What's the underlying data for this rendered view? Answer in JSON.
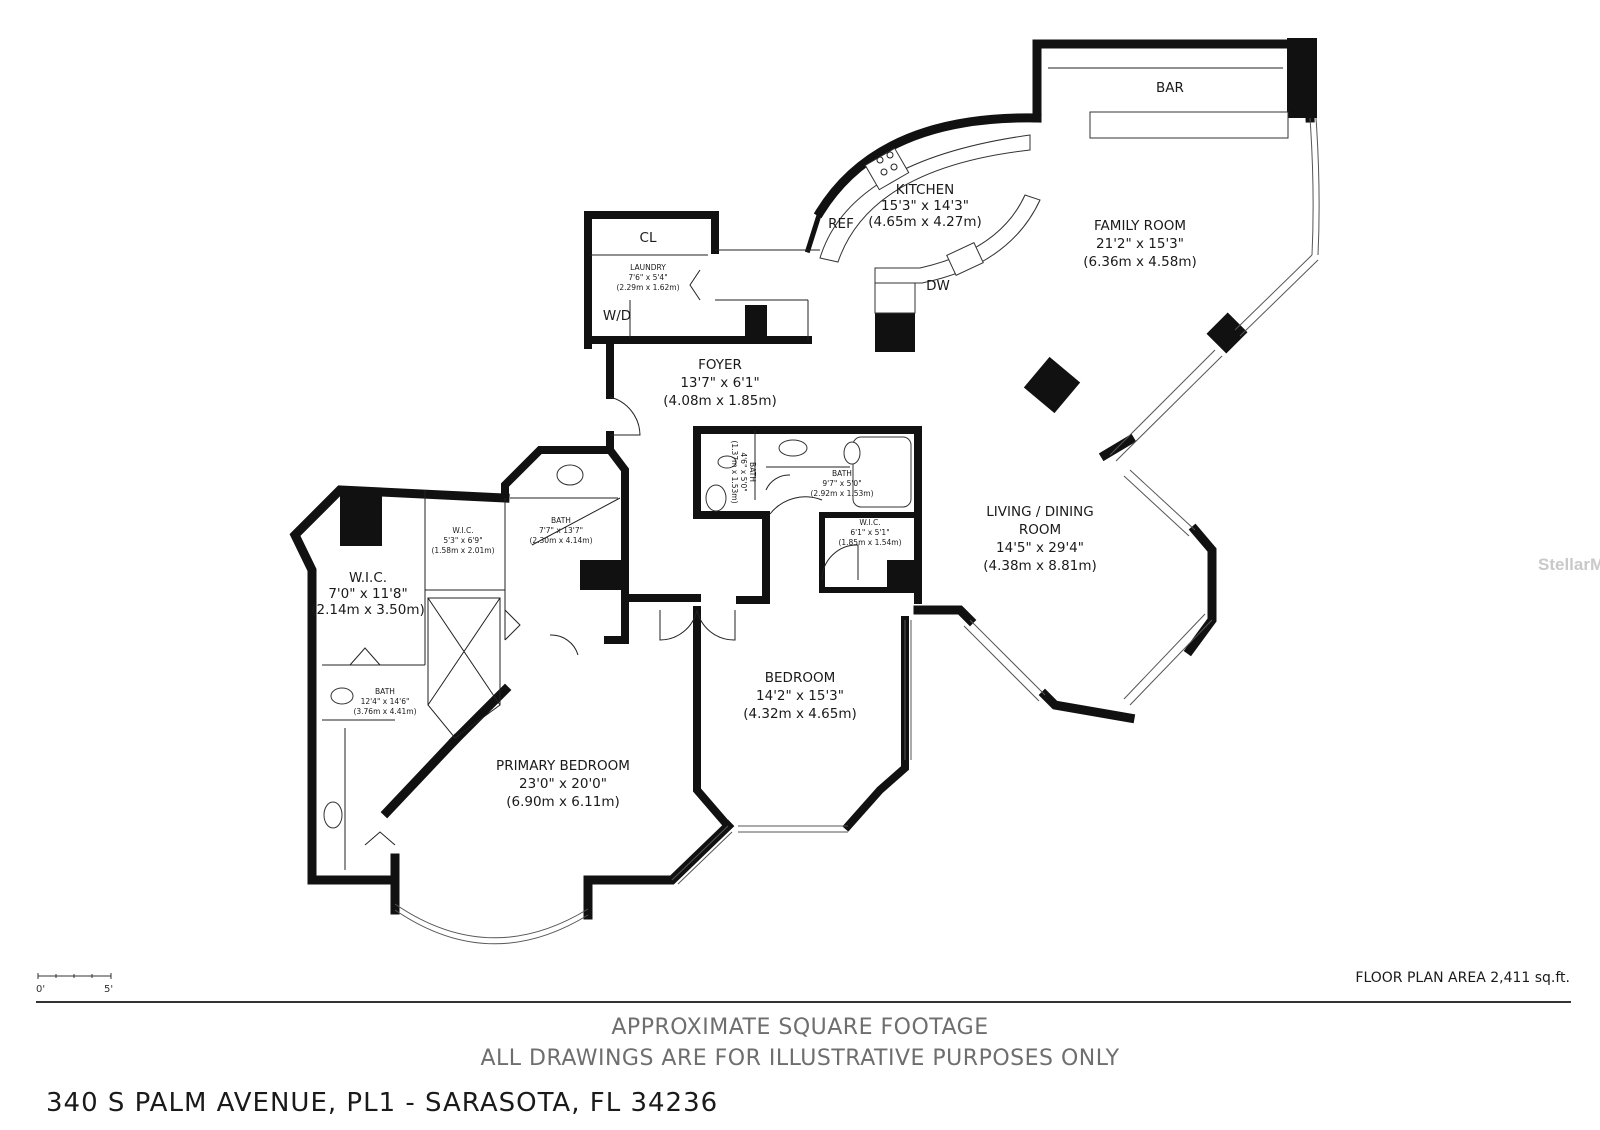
{
  "rooms": {
    "bar": {
      "name": "BAR"
    },
    "kitchen": {
      "name": "KITCHEN",
      "dim_ft": "15'3\" x 14'3\"",
      "dim_m": "(4.65m x 4.27m)"
    },
    "family_room": {
      "name": "FAMILY ROOM",
      "dim_ft": "21'2\" x 15'3\"",
      "dim_m": "(6.36m x 4.58m)"
    },
    "foyer": {
      "name": "FOYER",
      "dim_ft": "13'7\" x 6'1\"",
      "dim_m": "(4.08m x 1.85m)"
    },
    "living_dining": {
      "name1": "LIVING / DINING",
      "name2": "ROOM",
      "dim_ft": "14'5\" x 29'4\"",
      "dim_m": "(4.38m x 8.81m)"
    },
    "laundry": {
      "name": "LAUNDRY",
      "dim_ft": "7'6\" x 5'4\"",
      "dim_m": "(2.29m x 1.62m)"
    },
    "closet": {
      "name": "CL"
    },
    "washer_dryer": {
      "name": "W/D"
    },
    "refrigerator": {
      "name": "REF"
    },
    "dishwasher": {
      "name": "DW"
    },
    "bath_half": {
      "name": "BATH",
      "dim_ft": "4'6\" x 5'0\"",
      "dim_m": "(1.37m x 1.53m)"
    },
    "bath_guest": {
      "name": "BATH",
      "dim_ft": "9'7\" x 5'0\"",
      "dim_m": "(2.92m x 1.53m)"
    },
    "wic_guest": {
      "name": "W.I.C.",
      "dim_ft": "6'1\" x 5'1\"",
      "dim_m": "(1.85m x 1.54m)"
    },
    "bedroom": {
      "name": "BEDROOM",
      "dim_ft": "14'2\" x 15'3\"",
      "dim_m": "(4.32m x 4.65m)"
    },
    "wic_small": {
      "name": "W.I.C.",
      "dim_ft": "5'3\" x 6'9\"",
      "dim_m": "(1.58m x 2.01m)"
    },
    "bath_primary": {
      "name": "BATH",
      "dim_ft": "7'7\" x 13'7\"",
      "dim_m": "(2.30m x 4.14m)"
    },
    "wic_large": {
      "name": "W.I.C.",
      "dim_ft": "7'0\" x 11'8\"",
      "dim_m": "(2.14m x 3.50m)"
    },
    "bath_left": {
      "name": "BATH",
      "dim_ft": "12'4\" x 14'6\"",
      "dim_m": "(3.76m x 4.41m)"
    },
    "primary_bedroom": {
      "name": "PRIMARY BEDROOM",
      "dim_ft": "23'0\" x 20'0\"",
      "dim_m": "(6.90m x 6.11m)"
    }
  },
  "scale": {
    "start": "0'",
    "end": "5'"
  },
  "floor_area": "FLOOR PLAN AREA 2,411 sq.ft.",
  "notes": {
    "line1": "APPROXIMATE SQUARE FOOTAGE",
    "line2": "ALL DRAWINGS ARE FOR ILLUSTRATIVE PURPOSES ONLY"
  },
  "address": "340 S PALM AVENUE, PL1 - SARASOTA, FL 34236",
  "watermark": "StellarMLS",
  "colors": {
    "wall": "#111111",
    "note_text": "#6e6e6e",
    "watermark": "#c9c9c9"
  }
}
